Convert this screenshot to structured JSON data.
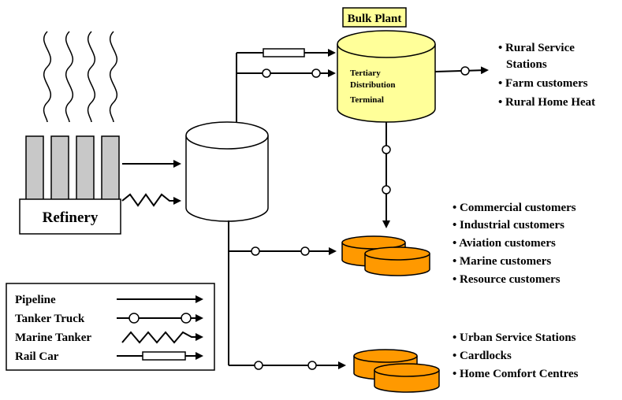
{
  "refinery": {
    "label": "Refinery"
  },
  "bulk_plant": {
    "title": "Bulk Plant",
    "terminal_lines": [
      "Tertiary",
      "Distribution",
      "Terminal"
    ],
    "color": "#FFFF99"
  },
  "storage_color": "#FF9900",
  "rural_list": {
    "items": [
      "Rural Service",
      "Stations",
      "Farm customers",
      "Rural Home Heat"
    ]
  },
  "commercial_list": {
    "items": [
      "Commercial customers",
      "Industrial customers",
      "Aviation customers",
      "Marine customers",
      "Resource customers"
    ]
  },
  "urban_list": {
    "items": [
      "Urban Service Stations",
      "Cardlocks",
      "Home Comfort Centres"
    ]
  },
  "legend": {
    "pipeline": "Pipeline",
    "tanker_truck": "Tanker Truck",
    "marine_tanker": "Marine Tanker",
    "rail_car": "Rail Car"
  }
}
